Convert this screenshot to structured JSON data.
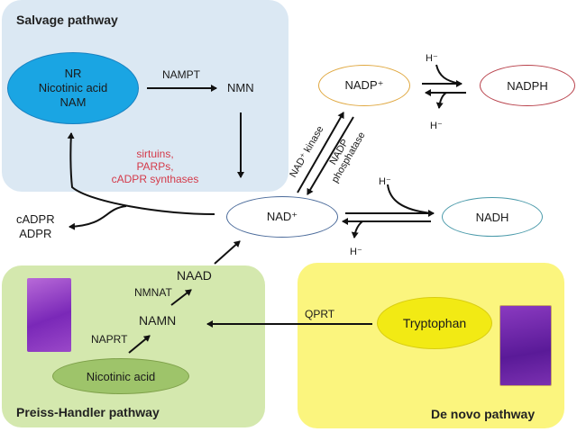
{
  "panels": {
    "salvage": {
      "title": "Salvage pathway",
      "color": "#dbe8f3"
    },
    "preiss_handler": {
      "title": "Preiss-Handler pathway",
      "color": "#d4e8ae"
    },
    "de_novo": {
      "title": "De novo pathway",
      "color": "#fbf57e"
    }
  },
  "nodes": {
    "salvage_precursors": {
      "lines": [
        "NR",
        "Nicotinic acid",
        "NAM"
      ],
      "fill": "#1aa5e3"
    },
    "nmn": "NMN",
    "nad_plus": "NAD⁺",
    "nadh": "NADH",
    "nadp_plus": "NADP⁺",
    "nadph": "NADPH",
    "cadpr_adpr": [
      "cADPR",
      "ADPR"
    ],
    "naad": "NAAD",
    "namn": "NAMN",
    "nicotinic_acid": {
      "label": "Nicotinic acid",
      "fill": "#9ec46a"
    },
    "tryptophan": {
      "label": "Tryptophan",
      "fill": "#f2ea14"
    }
  },
  "enzymes": {
    "nampt": "NAMPT",
    "consumers": [
      "sirtuins,",
      "PARPs,",
      "cADPR synthases"
    ],
    "nad_kinase": "NAD⁺ kinase",
    "nadp_phosphatase": [
      "NADP",
      "phosphatase"
    ],
    "nmnat": "NMNAT",
    "naprt": "NAPRT",
    "qprt": "QPRT"
  },
  "hydride": {
    "nadp_in": "H⁻",
    "nadp_out": "H⁻",
    "nad_in": "H⁻",
    "nad_out": "H⁻"
  },
  "colors": {
    "consumer_text": "#d43a4a",
    "nadp_outline": "#e0a840",
    "nadph_outline": "#b8404a",
    "nad_outline": "#4a6a9a",
    "nadh_outline": "#4a9aaa"
  }
}
